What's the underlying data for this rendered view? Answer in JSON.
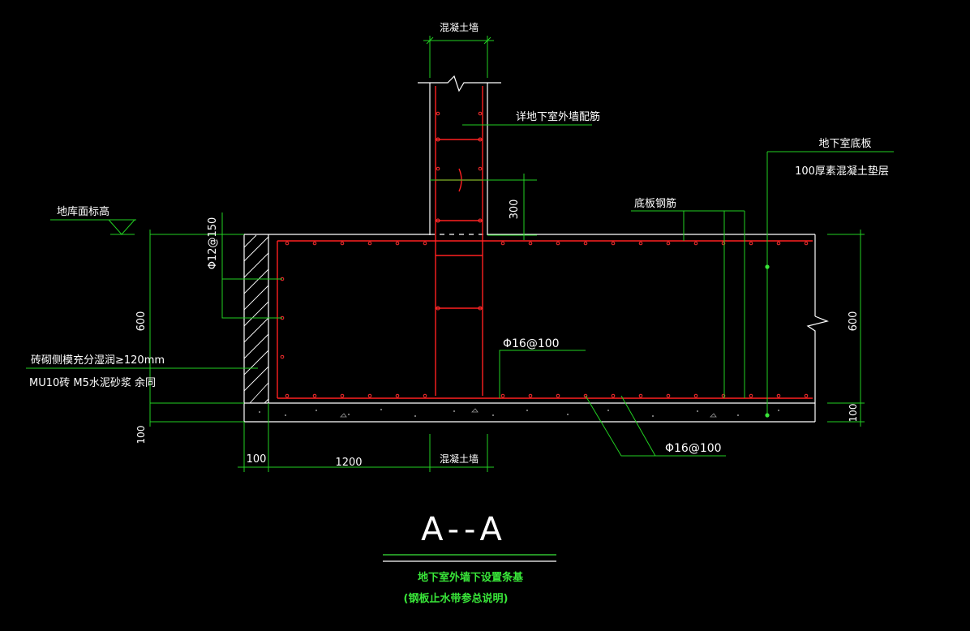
{
  "labels": {
    "wall_top": "混凝土墙",
    "wall_rebar_note": "详地下室外墙配筋",
    "bottom_slab": "地下室底板",
    "cushion": "100厚素混凝土垫层",
    "slab_rebar": "底板钢筋",
    "garage_elev": "地库面标高",
    "rebar_side": "Φ12@150",
    "dim_300": "300",
    "dim_600_left": "600",
    "dim_100_left": "100",
    "brick_note_1": "砖砌侧模充分湿润≥120mm",
    "brick_note_2": "MU10砖 M5水泥砂浆 余同",
    "rebar_inner": "Φ16@100",
    "rebar_bottom": "Φ16@100",
    "dim_600_right": "600",
    "dim_100_right": "100",
    "dim_100_bottom": "100",
    "dim_1200": "1200",
    "wall_bottom": "混凝土墙",
    "section_mark": "A--A",
    "title": "地下室外墙下设置条基",
    "subtitle": "(钢板止水带参总说明)"
  },
  "colors": {
    "line_white": "#ffffff",
    "rebar_red": "#ff2020",
    "dim_green": "#22d022",
    "background": "#000000"
  }
}
